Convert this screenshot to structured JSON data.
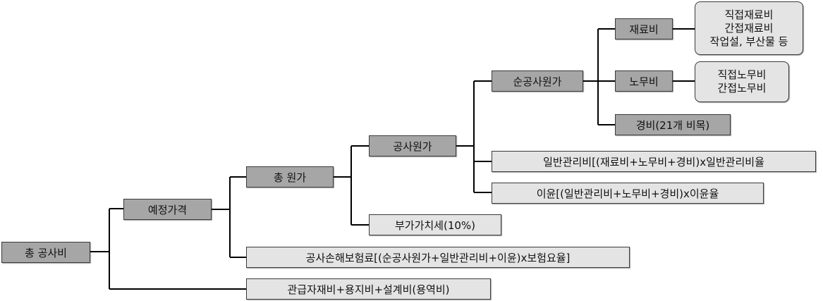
{
  "nodes": {
    "total_construction_cost": "총 공사비",
    "estimated_price": "예정가격",
    "total_cost": "총 원가",
    "construction_cost": "공사원가",
    "net_construction_cost": "순공사원가",
    "material_cost": "재료비",
    "labor_cost": "노무비",
    "expenses": "경비(21개 비목)",
    "material_items": [
      "직접재료비",
      "간접재료비",
      "작업설, 부산물 등"
    ],
    "labor_items": [
      "직접노무비",
      "간접노무비"
    ],
    "general_admin": "일반관리비[(재료비+노무비+경비)x일반관리비율",
    "profit": "이윤[(일반관리비+노무비+경비)x이윤율",
    "vat": "부가가치세(10%)",
    "insurance": "공사손해보험료[(순공사원가+일반관리비+이윤)x보험요율]",
    "government_supplied": "관급자재비+용지비+설계비(용역비)"
  },
  "colors": {
    "dark_fill": "#a6a6a6",
    "light_fill": "#e4e4e4",
    "line": "#000000"
  }
}
